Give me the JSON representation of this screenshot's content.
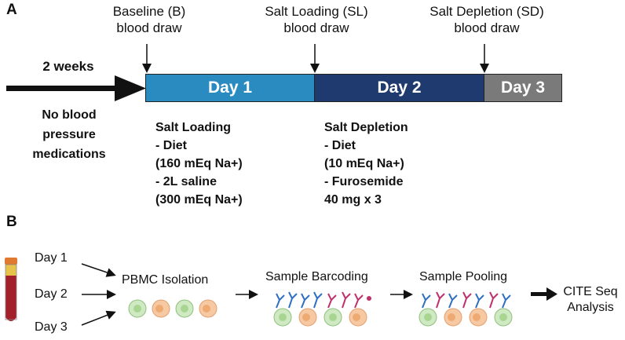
{
  "panel_a": {
    "letter": "A",
    "events": [
      {
        "line1": "Baseline (B)",
        "line2": "blood draw"
      },
      {
        "line1": "Salt Loading (SL)",
        "line2": "blood draw"
      },
      {
        "line1": "Salt Depletion (SD)",
        "line2": "blood draw"
      }
    ],
    "pre_period": "2 weeks",
    "pre_note": [
      "No blood",
      "pressure",
      "medications"
    ],
    "days": [
      "Day 1",
      "Day 2",
      "Day 3"
    ],
    "day_colors": [
      "#2a8bc1",
      "#1f3a6e",
      "#7a7a7a"
    ],
    "salt_loading": [
      "Salt Loading",
      "- Diet",
      "(160 mEq Na+)",
      "- 2L saline",
      "(300 mEq Na+)"
    ],
    "salt_depletion": [
      "Salt Depletion",
      "- Diet",
      "(10 mEq Na+)",
      "- Furosemide",
      "40 mg x 3"
    ]
  },
  "panel_b": {
    "letter": "B",
    "inputs": [
      "Day 1",
      "Day 2",
      "Day 3"
    ],
    "steps": [
      "PBMC Isolation",
      "Sample Barcoding",
      "Sample Pooling"
    ],
    "final": [
      "CITE Seq",
      "Analysis"
    ]
  }
}
